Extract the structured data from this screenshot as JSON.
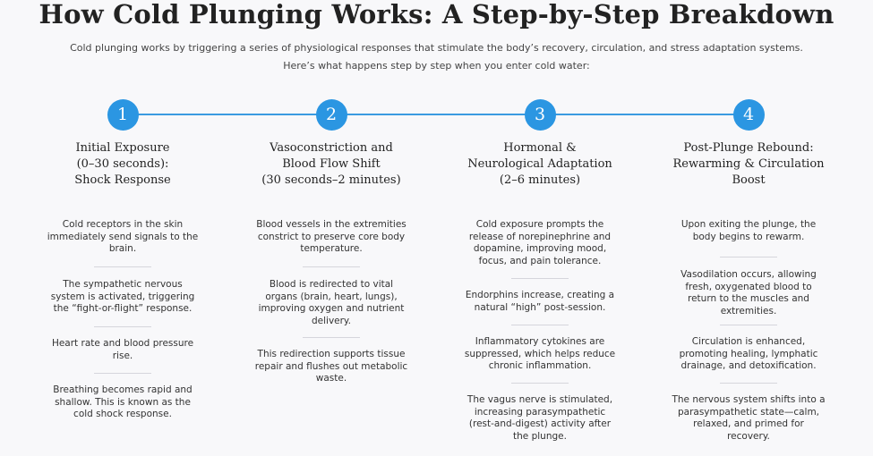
{
  "title": "How Cold Plunging Works: A Step-by-Step Breakdown",
  "intro": {
    "line1": "Cold plunging works by triggering a series of physiological responses that stimulate the body’s recovery, circulation, and stress adaptation systems.",
    "line2": "Here’s what happens step by step when you enter cold water:"
  },
  "steps": [
    {
      "number": "1",
      "heading": [
        "Initial Exposure",
        "(0–30 seconds):",
        "Shock Response"
      ],
      "items": [
        [
          "Cold receptors in the skin",
          "immediately send signals to the",
          "brain."
        ],
        [
          "The sympathetic nervous",
          "system is activated, triggering",
          "the “fight-or-flight” response."
        ],
        [
          "Heart rate and blood pressure",
          "rise."
        ],
        [
          "Breathing becomes rapid and",
          "shallow. This is known as the",
          "cold shock response."
        ]
      ]
    },
    {
      "number": "2",
      "heading": [
        "Vasoconstriction and",
        "Blood Flow Shift",
        "(30 seconds–2 minutes)"
      ],
      "items": [
        [
          "Blood vessels in the extremities",
          "constrict to preserve core body",
          "temperature."
        ],
        [
          "Blood is redirected to vital",
          "organs (brain, heart, lungs),",
          "improving oxygen and nutrient",
          "delivery."
        ],
        [
          "This redirection supports tissue",
          "repair and flushes out metabolic",
          "waste."
        ]
      ]
    },
    {
      "number": "3",
      "heading": [
        "Hormonal &",
        "Neurological Adaptation",
        "(2–6 minutes)"
      ],
      "items": [
        [
          "Cold exposure prompts the",
          "release of norepinephrine and",
          "dopamine, improving mood,",
          "focus, and pain tolerance."
        ],
        [
          "Endorphins increase, creating a",
          "natural “high” post-session."
        ],
        [
          "Inflammatory cytokines are",
          "suppressed, which helps reduce",
          "chronic inflammation."
        ],
        [
          "The vagus nerve is stimulated,",
          "increasing parasympathetic",
          "(rest-and-digest) activity after",
          "the plunge."
        ]
      ]
    },
    {
      "number": "4",
      "heading": [
        "Post-Plunge Rebound:",
        "Rewarming & Circulation",
        "Boost"
      ],
      "items": [
        [
          "Upon exiting the plunge, the",
          "body begins to rewarm."
        ],
        [
          "Vasodilation occurs, allowing",
          "fresh, oxygenated blood to",
          "return to the muscles and",
          "extremities."
        ],
        [
          "Circulation is enhanced,",
          "promoting healing, lymphatic",
          "drainage, and detoxification."
        ],
        [
          "The nervous system shifts into a",
          "parasympathetic state—calm,",
          "relaxed, and primed for",
          "recovery."
        ]
      ]
    }
  ],
  "colors": {
    "accent": "#2b96e2",
    "line": "#3b9be0",
    "background": "#f8f8fa"
  }
}
